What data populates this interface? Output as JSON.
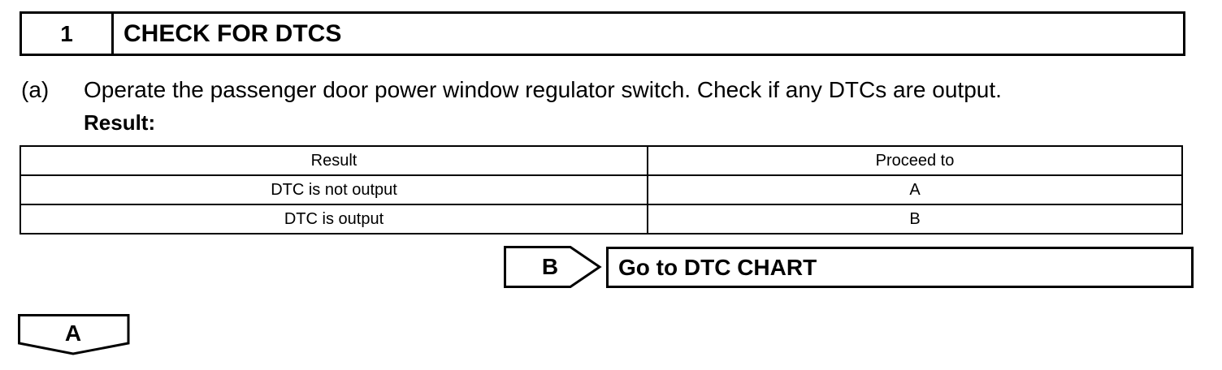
{
  "step": {
    "number": "1",
    "title": "CHECK FOR DTCS"
  },
  "instruction": {
    "label": "(a)",
    "text": "Operate the passenger door power window regulator switch. Check if any DTCs are output.",
    "result_label": "Result:"
  },
  "result_table": {
    "headers": [
      "Result",
      "Proceed to"
    ],
    "rows": [
      [
        "DTC is not output",
        "A"
      ],
      [
        "DTC is output",
        "B"
      ]
    ]
  },
  "branches": {
    "b": {
      "letter": "B",
      "action": "Go to DTC CHART"
    },
    "a": {
      "letter": "A"
    }
  }
}
